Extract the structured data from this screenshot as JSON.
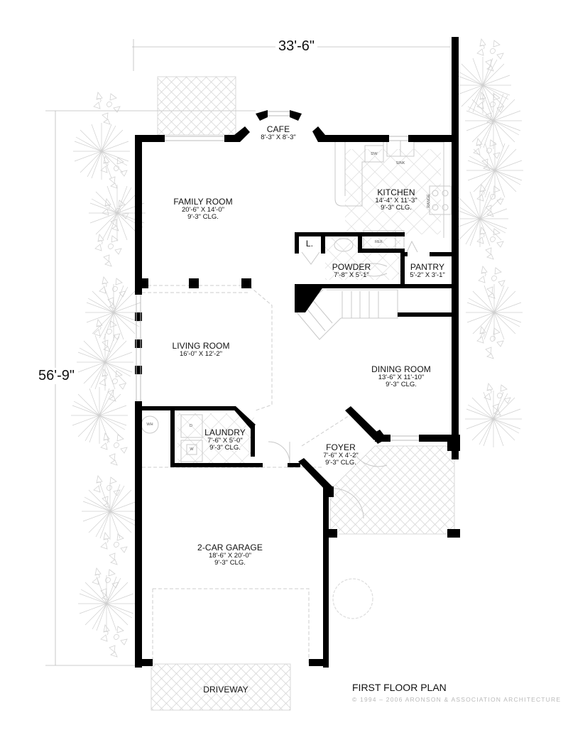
{
  "plan": {
    "title": "FIRST FLOOR PLAN",
    "copyright": "© 1994 – 2006 ARONSON & ASSOCIATION ARCHITECTURE",
    "dimensions": {
      "width": "33'-6\"",
      "depth": "56'-9\""
    },
    "colors": {
      "wall": "#000000",
      "fixture_line": "#c8c8c8",
      "landscape_line": "#cfcfcf",
      "copyright_text": "#b9b9b9"
    }
  },
  "rooms": {
    "cafe": {
      "name": "CAFE",
      "size": "8'-3\" X 8'-3\""
    },
    "family": {
      "name": "FAMILY ROOM",
      "size": "20'-6\" X 14'-0\"",
      "ceiling": "9'-3\" CLG."
    },
    "kitchen": {
      "name": "KITCHEN",
      "size": "14'-4\" X 11'-3\"",
      "ceiling": "9'-3\" CLG."
    },
    "powder": {
      "name": "POWDER",
      "size": "7'-8\" X 5'-1\""
    },
    "pantry": {
      "name": "PANTRY",
      "size": "5'-2\" X 3'-1\""
    },
    "linen": {
      "name": "L."
    },
    "living": {
      "name": "LIVING ROOM",
      "size": "16'-0\" X 12'-2\""
    },
    "dining": {
      "name": "DINING ROOM",
      "size": "13'-6\" X 11'-10\"",
      "ceiling": "9'-3\" CLG."
    },
    "laundry": {
      "name": "LAUNDRY",
      "size": "7'-6\" X 5'-0\"",
      "ceiling": "9'-3\" CLG."
    },
    "foyer": {
      "name": "FOYER",
      "size": "7'-6\" X 4'-2\"",
      "ceiling": "9'-3\" CLG."
    },
    "garage": {
      "name": "2-CAR GARAGE",
      "size": "18'-6\" X 20'-0\"",
      "ceiling": "9'-3\" CLG."
    },
    "driveway": {
      "name": "DRIVEWAY"
    }
  },
  "fixtures": {
    "dishwasher": "DW",
    "sink": "SINK",
    "range": "RANGE",
    "refrigerator": "REF.",
    "water_heater": "WH",
    "dryer": "D",
    "washer": "W"
  }
}
